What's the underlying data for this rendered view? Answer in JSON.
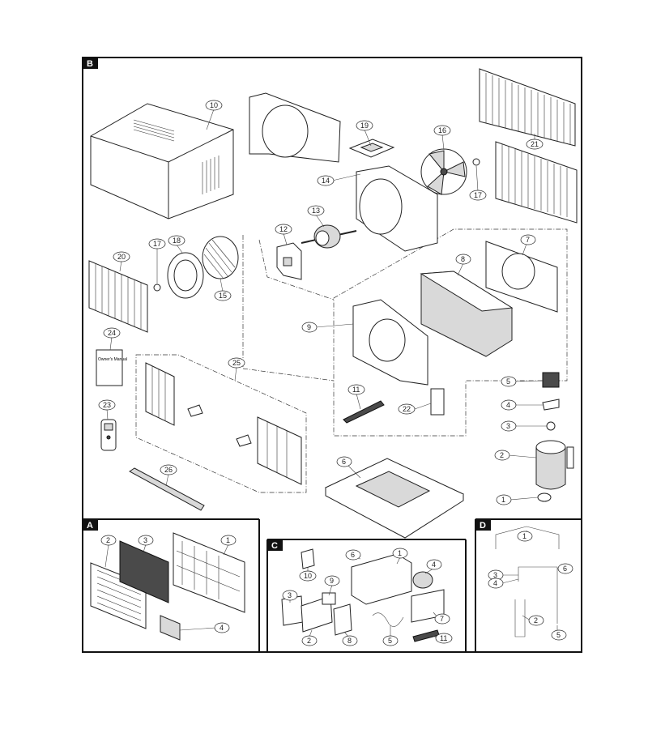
{
  "sections": {
    "A": "A",
    "B": "B",
    "C": "C",
    "D": "D"
  },
  "manual_text": "Owner's Manual",
  "callouts": {
    "B": [
      "10",
      "19",
      "16",
      "21",
      "14",
      "17",
      "13",
      "12",
      "17",
      "18",
      "20",
      "15",
      "7",
      "8",
      "9",
      "24",
      "25",
      "11",
      "22",
      "23",
      "5",
      "4",
      "3",
      "2",
      "6",
      "26",
      "1"
    ],
    "A": [
      "2",
      "3",
      "1",
      "4"
    ],
    "C": [
      "6",
      "1",
      "10",
      "4",
      "9",
      "3",
      "7",
      "2",
      "8",
      "5",
      "11"
    ],
    "D": [
      "1",
      "6",
      "3",
      "4",
      "2",
      "5"
    ]
  }
}
